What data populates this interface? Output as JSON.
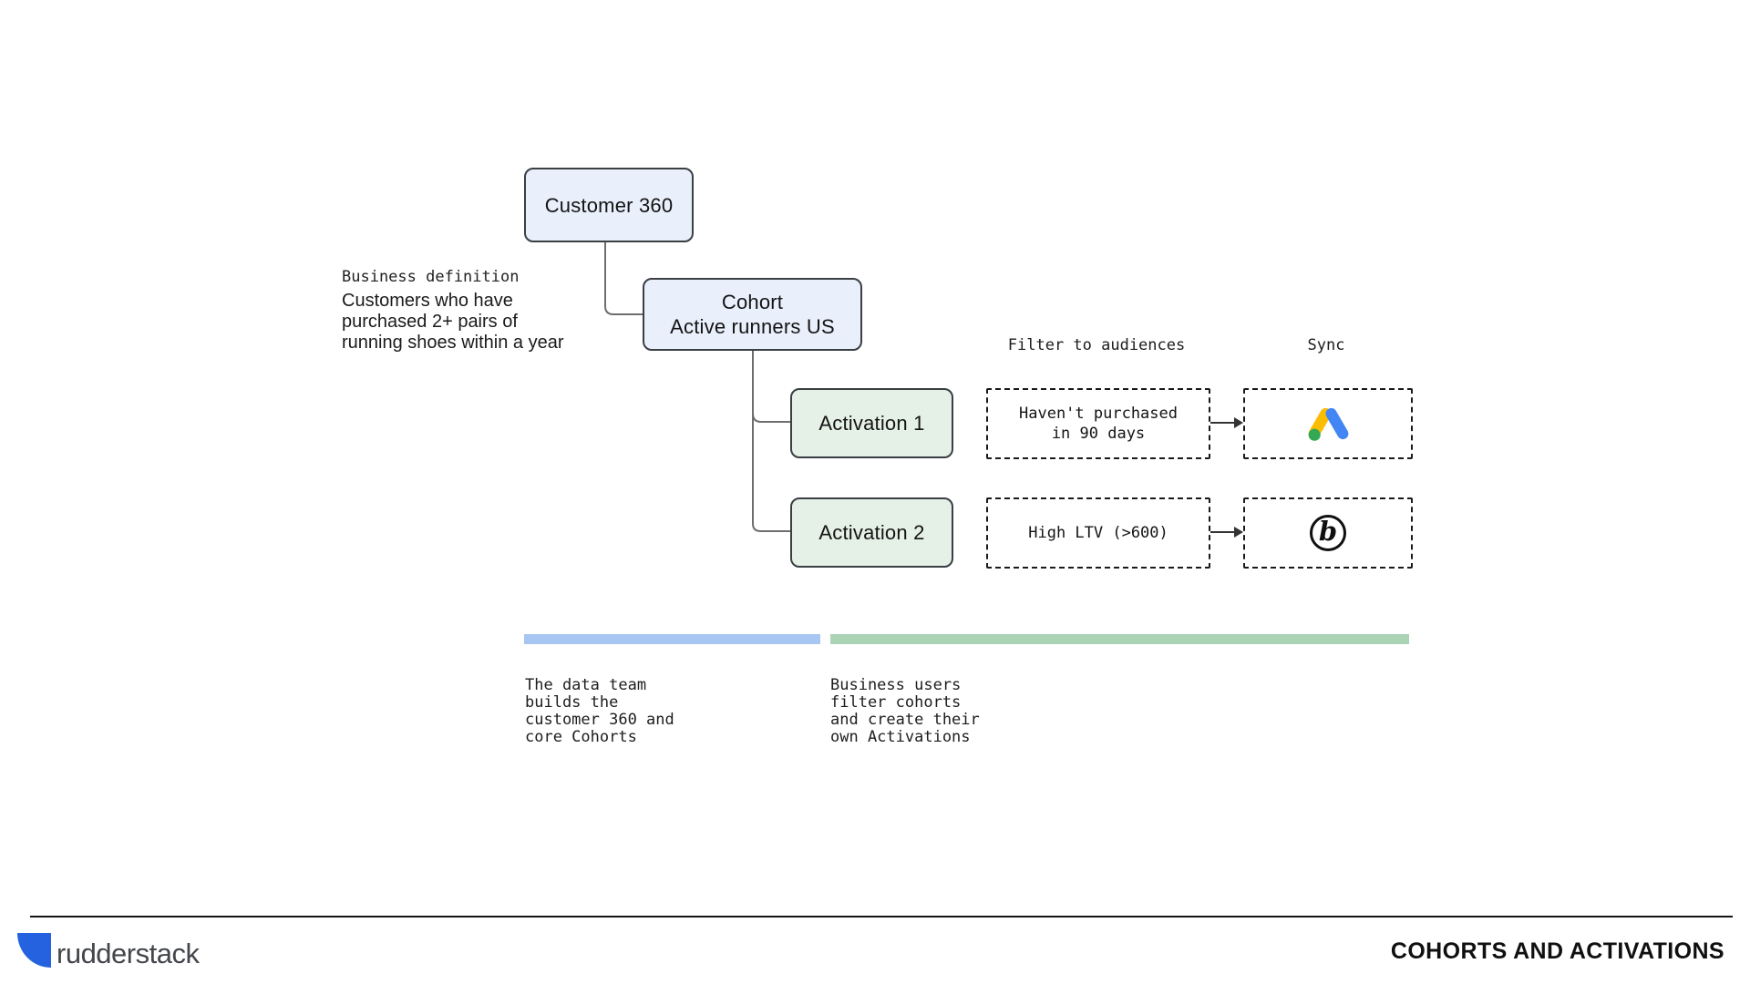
{
  "colors": {
    "accent-blue": "#2462e0",
    "box-blue-fill": "#e9effb",
    "box-green-fill": "#e5f0e6",
    "box-border": "#3a3f44",
    "dashed-border": "#1a1a1a",
    "connector": "#6e6e6e",
    "arrow": "#333333",
    "bar-blue": "#a7c6f2",
    "bar-green": "#aad4b5",
    "google-blue": "#4285f4",
    "google-yellow": "#fbbc04",
    "google-green": "#34a853",
    "text-dark": "#1b1b1b",
    "brand-text": "#43464a"
  },
  "diagram": {
    "customer360_label": "Customer 360",
    "cohort_label": "Cohort\nActive runners US",
    "business_definition": {
      "heading": "Business definition",
      "body": "Customers who have\npurchased 2+ pairs of\nrunning shoes within a year"
    },
    "column_headers": {
      "filter": "Filter to audiences",
      "sync": "Sync"
    },
    "rows": [
      {
        "activation_label": "Activation 1",
        "filter_text": "Haven't purchased\nin 90 days",
        "destination": "google-ads"
      },
      {
        "activation_label": "Activation 2",
        "filter_text": "High LTV (>600)",
        "destination": "braze"
      }
    ],
    "braze_glyph": "b",
    "legend": [
      {
        "caption": "The data team\nbuilds the\ncustomer 360 and\ncore Cohorts"
      },
      {
        "caption": "Business users\nfilter cohorts\nand create their\nown Activations"
      }
    ]
  },
  "footer": {
    "brand": "rudderstack",
    "title": "COHORTS AND ACTIVATIONS"
  }
}
